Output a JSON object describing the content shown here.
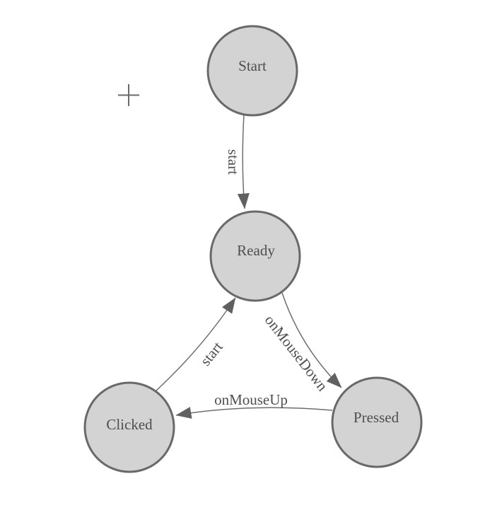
{
  "canvas": {
    "background": "#ffffff",
    "cursor_icon": "plus-crosshair"
  },
  "diagram": {
    "type": "state-machine",
    "nodes": [
      {
        "id": "start",
        "label": "Start"
      },
      {
        "id": "ready",
        "label": "Ready"
      },
      {
        "id": "clicked",
        "label": "Clicked"
      },
      {
        "id": "pressed",
        "label": "Pressed"
      }
    ],
    "edges": [
      {
        "from": "start",
        "to": "ready",
        "label": "start"
      },
      {
        "from": "clicked",
        "to": "ready",
        "label": "start"
      },
      {
        "from": "ready",
        "to": "pressed",
        "label": "onMouseDown"
      },
      {
        "from": "pressed",
        "to": "clicked",
        "label": "onMouseUp"
      }
    ],
    "colors": {
      "node_fill": "#d3d3d3",
      "node_border": "#696969",
      "edge_stroke": "#6e6e6e",
      "arrow_fill": "#606060",
      "label_text": "#4e4e4e"
    }
  }
}
